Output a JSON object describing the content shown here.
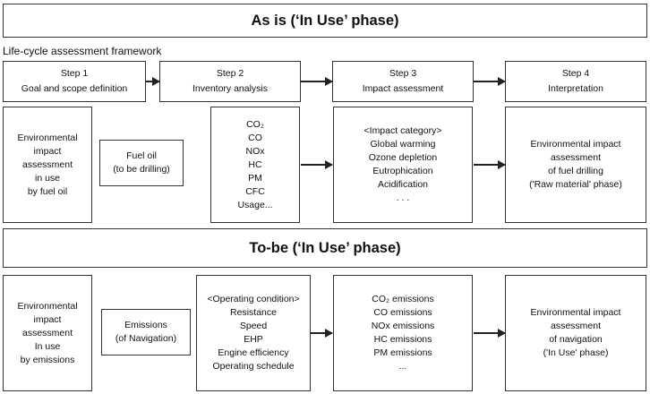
{
  "as_is": {
    "title": "As is (‘In Use’ phase)",
    "framework_label": "Life-cycle assessment framework",
    "steps": [
      {
        "number": "Step 1",
        "name": "Goal and scope definition"
      },
      {
        "number": "Step 2",
        "name": "Inventory analysis"
      },
      {
        "number": "Step 3",
        "name": "Impact assessment"
      },
      {
        "number": "Step 4",
        "name": "Interpretation"
      }
    ],
    "scope_box": [
      "Environmental",
      "impact",
      "assessment",
      "in use",
      "by fuel oil"
    ],
    "input_box": [
      "Fuel oil",
      "(to be drilling)"
    ],
    "inventory_box": [
      "CO₂",
      "CO",
      "NOx",
      "HC",
      "PM",
      "CFC",
      "Usage..."
    ],
    "impact_box": [
      "<Impact category>",
      "Global warming",
      "Ozone depletion",
      "Eutrophication",
      "Acidification",
      ". . ."
    ],
    "result_box": [
      "Environmental impact",
      "assessment",
      "of fuel drilling",
      "('Raw material' phase)"
    ]
  },
  "to_be": {
    "title": "To-be (‘In Use’ phase)",
    "scope_box": [
      "Environmental",
      "impact",
      "assessment",
      "In use",
      "by emissions"
    ],
    "input_box": [
      "Emissions",
      "(of Navigation)"
    ],
    "condition_box": [
      "<Operating condition>",
      "Resistance",
      "Speed",
      "EHP",
      "Engine efficiency",
      "Operating schedule"
    ],
    "emissions_box": [
      "CO₂ emissions",
      "CO emissions",
      "NOx emissions",
      "HC emissions",
      "PM emissions",
      "..."
    ],
    "result_box": [
      "Environmental impact",
      "assessment",
      "of navigation",
      "('In Use' phase)"
    ]
  }
}
